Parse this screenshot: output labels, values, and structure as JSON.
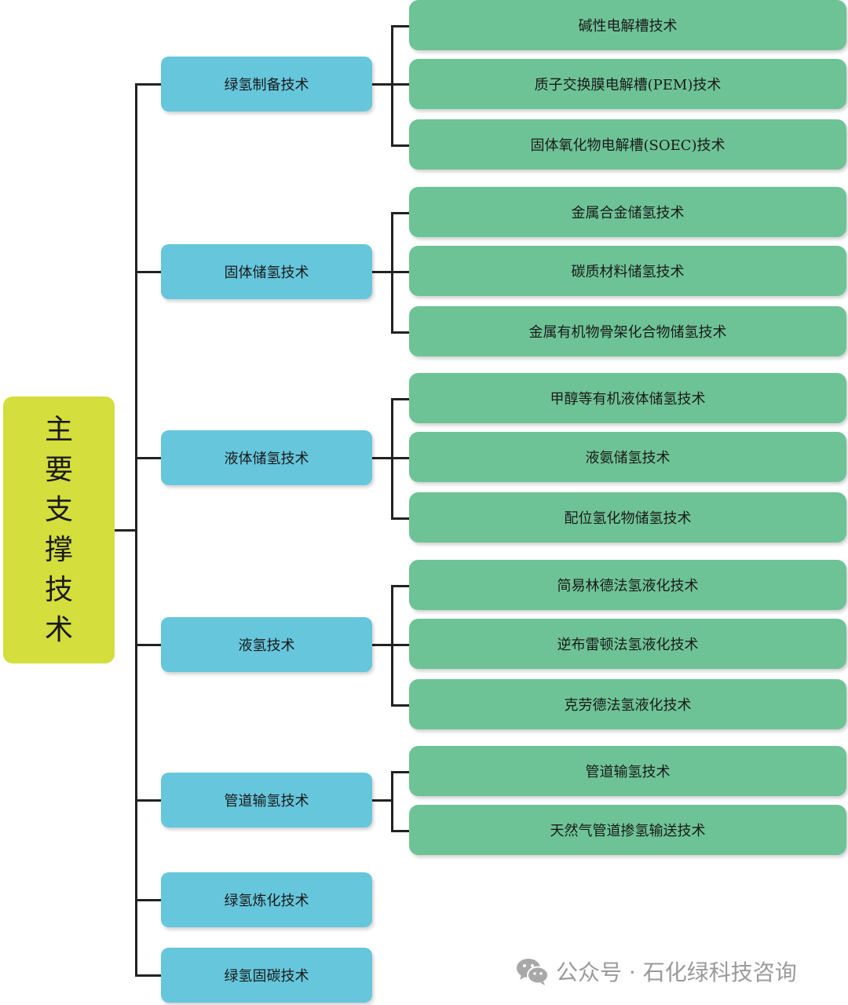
{
  "root": {
    "label": "主要支撑技术",
    "chars": [
      "主",
      "要",
      "支",
      "撑",
      "技",
      "术"
    ]
  },
  "categories": [
    {
      "label": "绿氢制备技术",
      "children": [
        "碱性电解槽技术",
        "质子交换膜电解槽(PEM)技术",
        "固体氧化物电解槽(SOEC)技术"
      ]
    },
    {
      "label": "固体储氢技术",
      "children": [
        "金属合金储氢技术",
        "碳质材料储氢技术",
        "金属有机物骨架化合物储氢技术"
      ]
    },
    {
      "label": "液体储氢技术",
      "children": [
        "甲醇等有机液体储氢技术",
        "液氨储氢技术",
        "配位氢化物储氢技术"
      ]
    },
    {
      "label": "液氢技术",
      "children": [
        "简易林德法氢液化技术",
        "逆布雷顿法氢液化技术",
        "克劳德法氢液化技术"
      ]
    },
    {
      "label": "管道输氢技术",
      "children": [
        "管道输氢技术",
        "天然气管道掺氢输送技术"
      ]
    },
    {
      "label": "绿氢炼化技术",
      "children": []
    },
    {
      "label": "绿氢固碳技术",
      "children": []
    }
  ],
  "watermark": {
    "text": "公众号 · 石化绿科技咨询",
    "icon": "wechat-icon"
  },
  "colors": {
    "root_fill": "#d4de3c",
    "category_fill": "#66c6dc",
    "leaf_fill": "#6ec396",
    "connector": "#222222"
  }
}
